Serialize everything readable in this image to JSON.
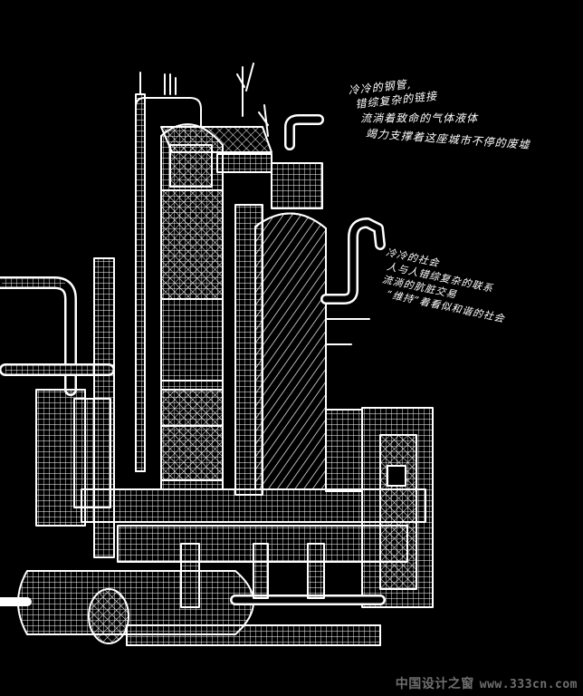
{
  "illustration": {
    "subject": "refinery-pipes-sketch",
    "background_color": "#000000",
    "line_color": "#ffffff"
  },
  "poem_top": {
    "lines": [
      "冷冷的钢管,",
      "错综复杂的链接",
      "流淌着致命的气体液体",
      "竭力支撑着这座城市不停的废墟"
    ]
  },
  "poem_bottom": {
    "lines": [
      "冷冷的社会",
      "人与人错综复杂的联系",
      "流淌的肮脏交易",
      "“维持”着看似和谐的社会"
    ]
  },
  "watermark": {
    "brand": "中国设计之窗",
    "site": "www.333cn.com",
    "color": "#6f6f6f"
  }
}
